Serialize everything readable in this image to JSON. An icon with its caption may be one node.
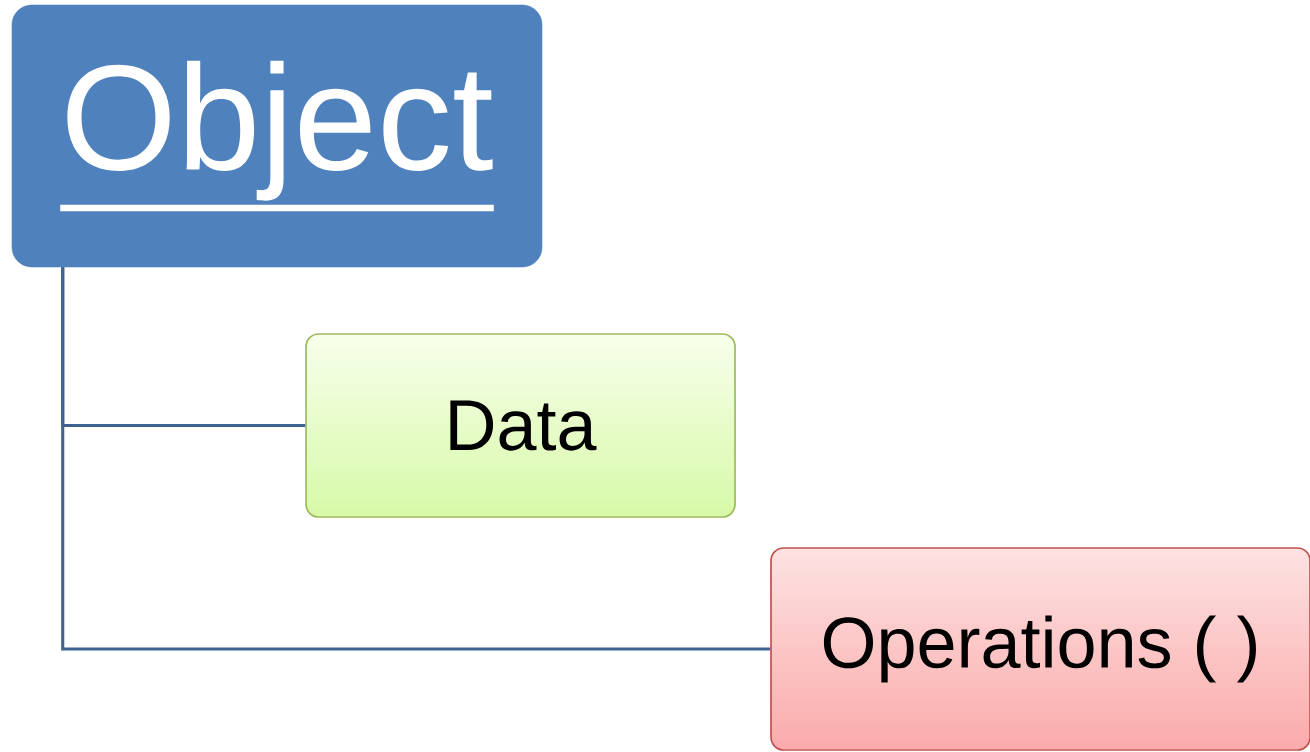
{
  "diagram": {
    "nodes": [
      {
        "text": [
          "Object"
        ]
      },
      {
        "text": [
          "Data"
        ]
      },
      {
        "text": [
          "Operations ( )"
        ]
      }
    ],
    "edges": [
      {
        "from": 0,
        "to": 1,
        "arrow": "none"
      },
      {
        "from": 0,
        "to": 2,
        "arrow": "none"
      }
    ]
  }
}
